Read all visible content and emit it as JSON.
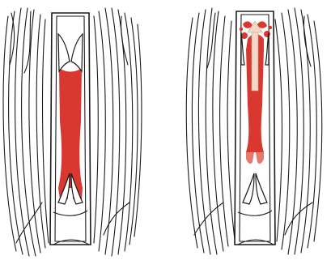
{
  "diagram": {
    "panels": [
      {
        "valve_upper": "closed",
        "valve_lower": "closed",
        "blood_column": "full"
      },
      {
        "valve_upper": "open",
        "valve_lower": "closed",
        "blood_column": "flowing-up",
        "arrow": "up-arrow"
      }
    ],
    "colors": {
      "outline": "#1b1b1b",
      "blood": "#d8382f",
      "blood_light": "#e57a6c",
      "arrow": "#f3d7c8",
      "background": "#ffffff",
      "muscle_fill": "#ffffff"
    },
    "icons": [
      "muscle-left-icon",
      "muscle-right-icon",
      "vein-icon",
      "valve-icon",
      "blood-icon",
      "arrow-up-icon"
    ]
  }
}
